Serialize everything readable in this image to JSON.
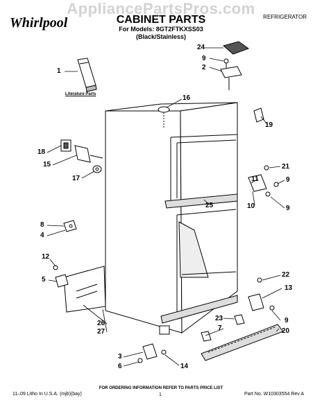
{
  "watermark": "AppliancePartsPros.com",
  "header": {
    "brand": "Whirlpool",
    "title": "CABINET PARTS",
    "models_line1": "For Models: 8GT2FTKXSS03",
    "models_line2": "(Black/Stainless)",
    "category": "REFRIGERATOR"
  },
  "literature_label": "Literature Parts",
  "callouts": {
    "c1": "1",
    "c2": "2",
    "c3": "3",
    "c4": "4",
    "c5": "5",
    "c6": "6",
    "c7": "7",
    "c8": "8",
    "c9a": "9",
    "c9b": "9",
    "c9c": "9",
    "c9d": "9",
    "c10": "10",
    "c11": "11",
    "c12": "12",
    "c13": "13",
    "c14": "14",
    "c15": "15",
    "c16": "16",
    "c17": "17",
    "c18": "18",
    "c19": "19",
    "c20": "20",
    "c21": "21",
    "c22": "22",
    "c23": "23",
    "c24": "24",
    "c25": "25",
    "c26": "26",
    "c27": "27"
  },
  "footer": {
    "ordering": "FOR ORDERING INFORMATION REFER TO PARTS PRICE LIST",
    "litho": "11–09 Litho In U.S.A. (mjb)(bay)",
    "page": "1",
    "part_no": "Part No. W10303554 Rev A"
  }
}
